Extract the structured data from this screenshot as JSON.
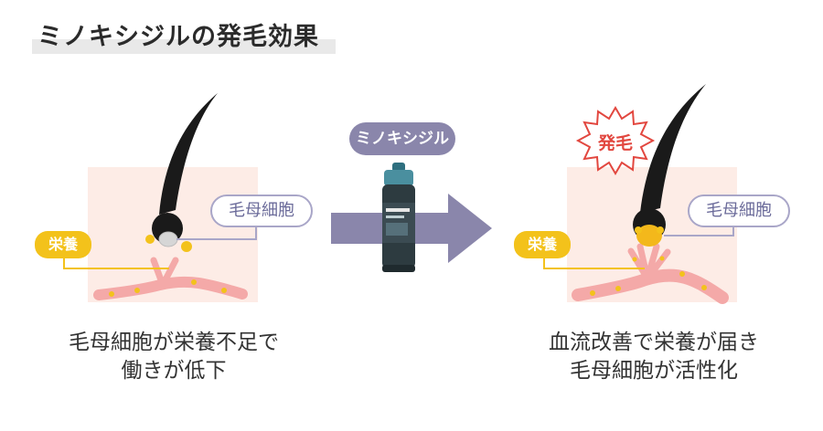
{
  "title": "ミノキシジルの発毛効果",
  "left": {
    "nutrition_label": "栄養",
    "cell_label": "毛母細胞",
    "caption_line1": "毛母細胞が栄養不足で",
    "caption_line2": "働きが低下"
  },
  "center": {
    "product_label": "ミノキシジル"
  },
  "right": {
    "burst_label": "発毛",
    "nutrition_label": "栄養",
    "cell_label": "毛母細胞",
    "caption_line1": "血流改善で栄養が届き",
    "caption_line2": "毛母細胞が活性化"
  },
  "colors": {
    "skin": "#fdece6",
    "hair": "#1a1a1a",
    "vessel": "#f4a9a8",
    "nutrient": "#f3c21b",
    "accent": "#8a86ab",
    "burst": "#e2473f"
  }
}
